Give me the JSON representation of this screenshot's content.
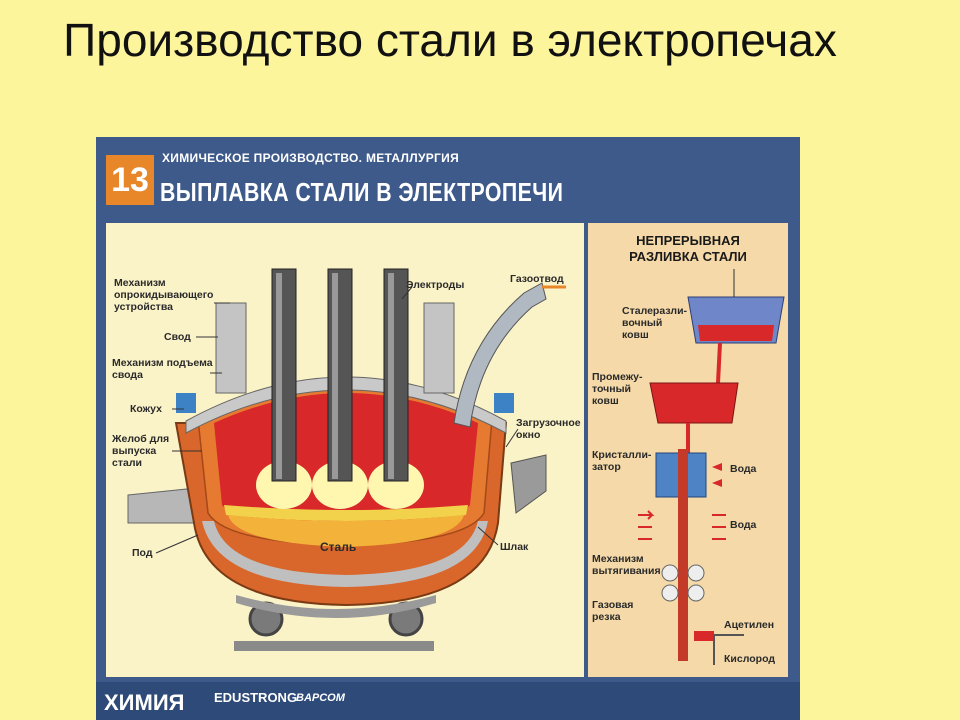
{
  "slide": {
    "title": "Производство стали в электропечах"
  },
  "poster": {
    "number": "13",
    "subtitle": "ХИМИЧЕСКОЕ ПРОИЗВОДСТВО. МЕТАЛЛУРГИЯ",
    "title": "ВЫПЛАВКА СТАЛИ В ЭЛЕКТРОПЕЧИ"
  },
  "furnace_labels": {
    "tilt_mechanism": "Механизм\nопрокидывающего\nустройства",
    "roof": "Свод",
    "roof_lift": "Механизм подъема\nсвода",
    "shell": "Кожух",
    "spout": "Желоб для\nвыпуска\nстали",
    "hearth": "Под",
    "electrodes": "Электроды",
    "gas_outlet": "Газоотвод",
    "loading_window": "Загрузочное\nокно",
    "steel": "Сталь",
    "slag": "Шлак"
  },
  "casting": {
    "title": "НЕПРЕРЫВНАЯ\nРАЗЛИВКА СТАЛИ",
    "ladle": "Сталеразли-\nвочный\nковш",
    "tundish": "Промежу-\nточный\nковш",
    "crystallizer": "Кристалли-\nзатор",
    "water1": "Вода",
    "water2": "Вода",
    "withdrawal": "Механизм\nвытягивания",
    "gas_cutting": "Газовая\nрезка",
    "acetylene": "Ацетилен",
    "oxygen": "Кислород"
  },
  "footer": {
    "brand": "ХИМИЯ",
    "edu": "EDUSTRONG",
    "barcom": "BAPCOM"
  },
  "colors": {
    "background": "#fdf59b",
    "poster_bg": "#3d5a8a",
    "badge": "#e8862a",
    "brick": "#d9662a",
    "molten": "#d8282a",
    "slag": "#f2d24a"
  }
}
